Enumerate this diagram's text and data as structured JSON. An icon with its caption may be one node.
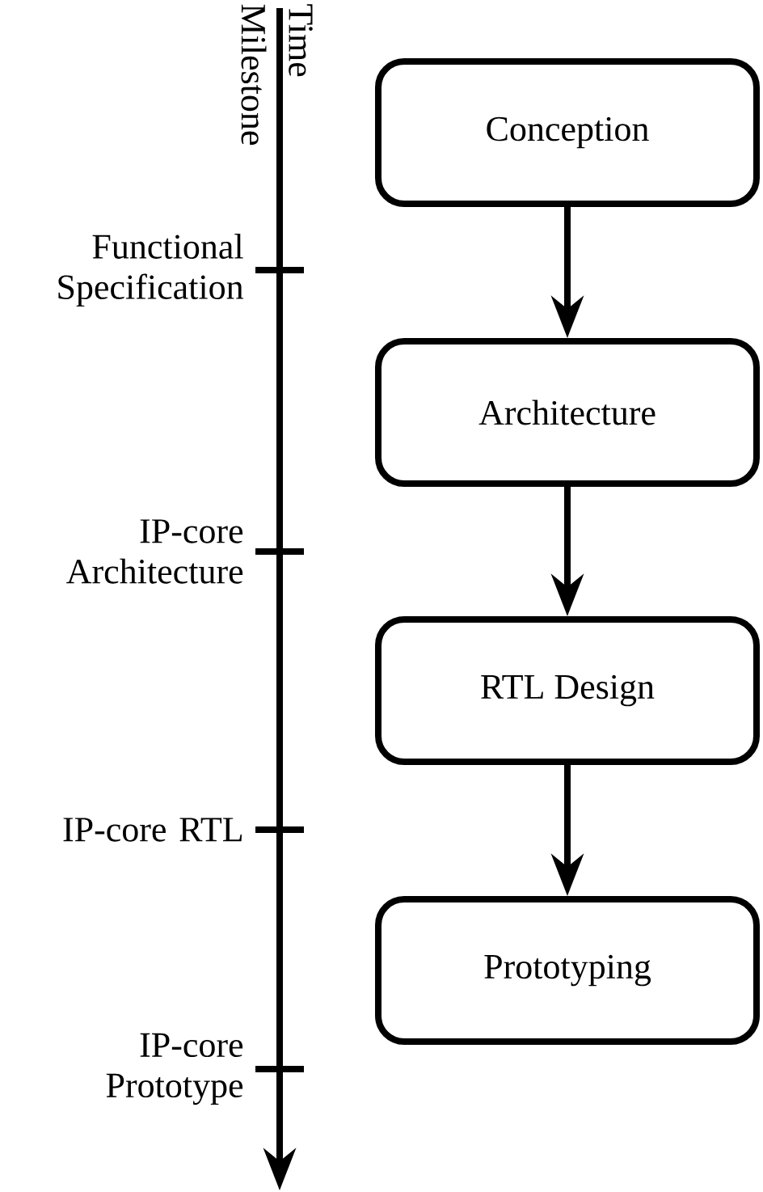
{
  "diagram": {
    "nodes": [
      {
        "text": [
          "Conception"
        ]
      },
      {
        "text": [
          "Architecture"
        ]
      },
      {
        "text": [
          "RTL Design"
        ]
      },
      {
        "text": [
          "Prototyping"
        ]
      }
    ],
    "edges": [
      {
        "from": 0,
        "to": 1,
        "arrow": "to"
      },
      {
        "from": 1,
        "to": 2,
        "arrow": "to"
      },
      {
        "from": 2,
        "to": 3,
        "arrow": "to"
      }
    ],
    "labels": [
      "Time",
      "Milestone",
      "Functional Specification",
      "IP-core Architecture",
      "IP-core RTL",
      "IP-core Prototype"
    ]
  }
}
